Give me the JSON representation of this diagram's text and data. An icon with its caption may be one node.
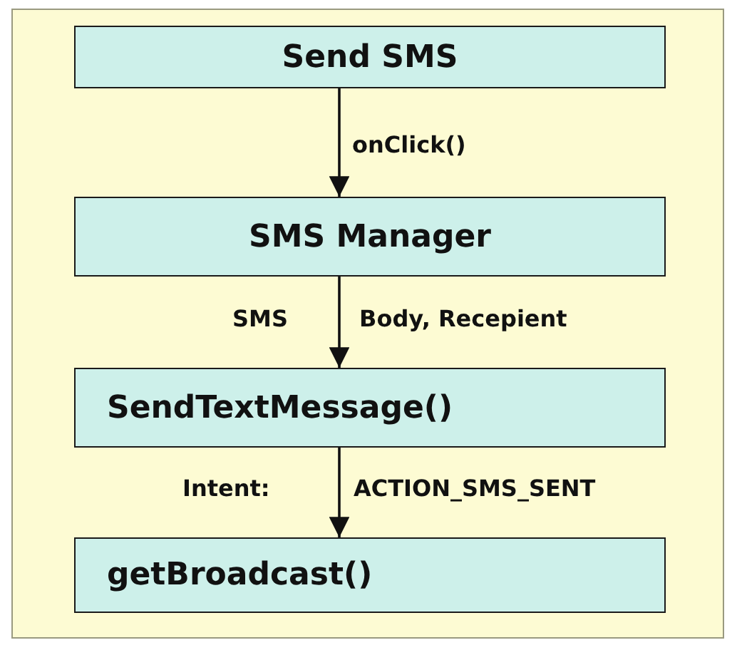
{
  "diagram": {
    "nodes": [
      {
        "text": [
          "Send SMS"
        ]
      },
      {
        "text": [
          "SMS Manager"
        ]
      },
      {
        "text": [
          "SendTextMessage()"
        ]
      },
      {
        "text": [
          "getBroadcast()"
        ]
      }
    ],
    "edges": [
      {
        "from": 0,
        "to": 1,
        "arrow": "to",
        "label": "onClick()"
      },
      {
        "from": 1,
        "to": 2,
        "arrow": "to",
        "label": "Body, Recepient"
      },
      {
        "from": 2,
        "to": 3,
        "arrow": "to",
        "label": "ACTION_SMS_SENT"
      }
    ],
    "labels": [
      "SMS",
      "Intent:"
    ]
  }
}
